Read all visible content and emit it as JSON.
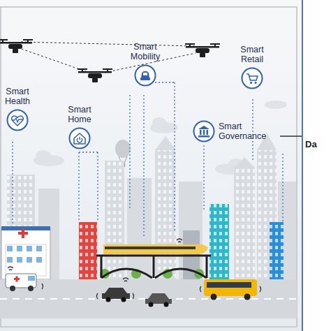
{
  "diagram": {
    "nodes": [
      {
        "text": [
          "Smart Health"
        ]
      },
      {
        "text": [
          "Smart Home"
        ]
      },
      {
        "text": [
          "Smart Mobility"
        ]
      },
      {
        "text": [
          "Smart Retail"
        ]
      },
      {
        "text": [
          "Smart Governance"
        ]
      },
      {
        "text": [
          "Da"
        ]
      }
    ],
    "edges": [
      {
        "from": 4,
        "to": 5,
        "arrow": "none"
      }
    ]
  }
}
